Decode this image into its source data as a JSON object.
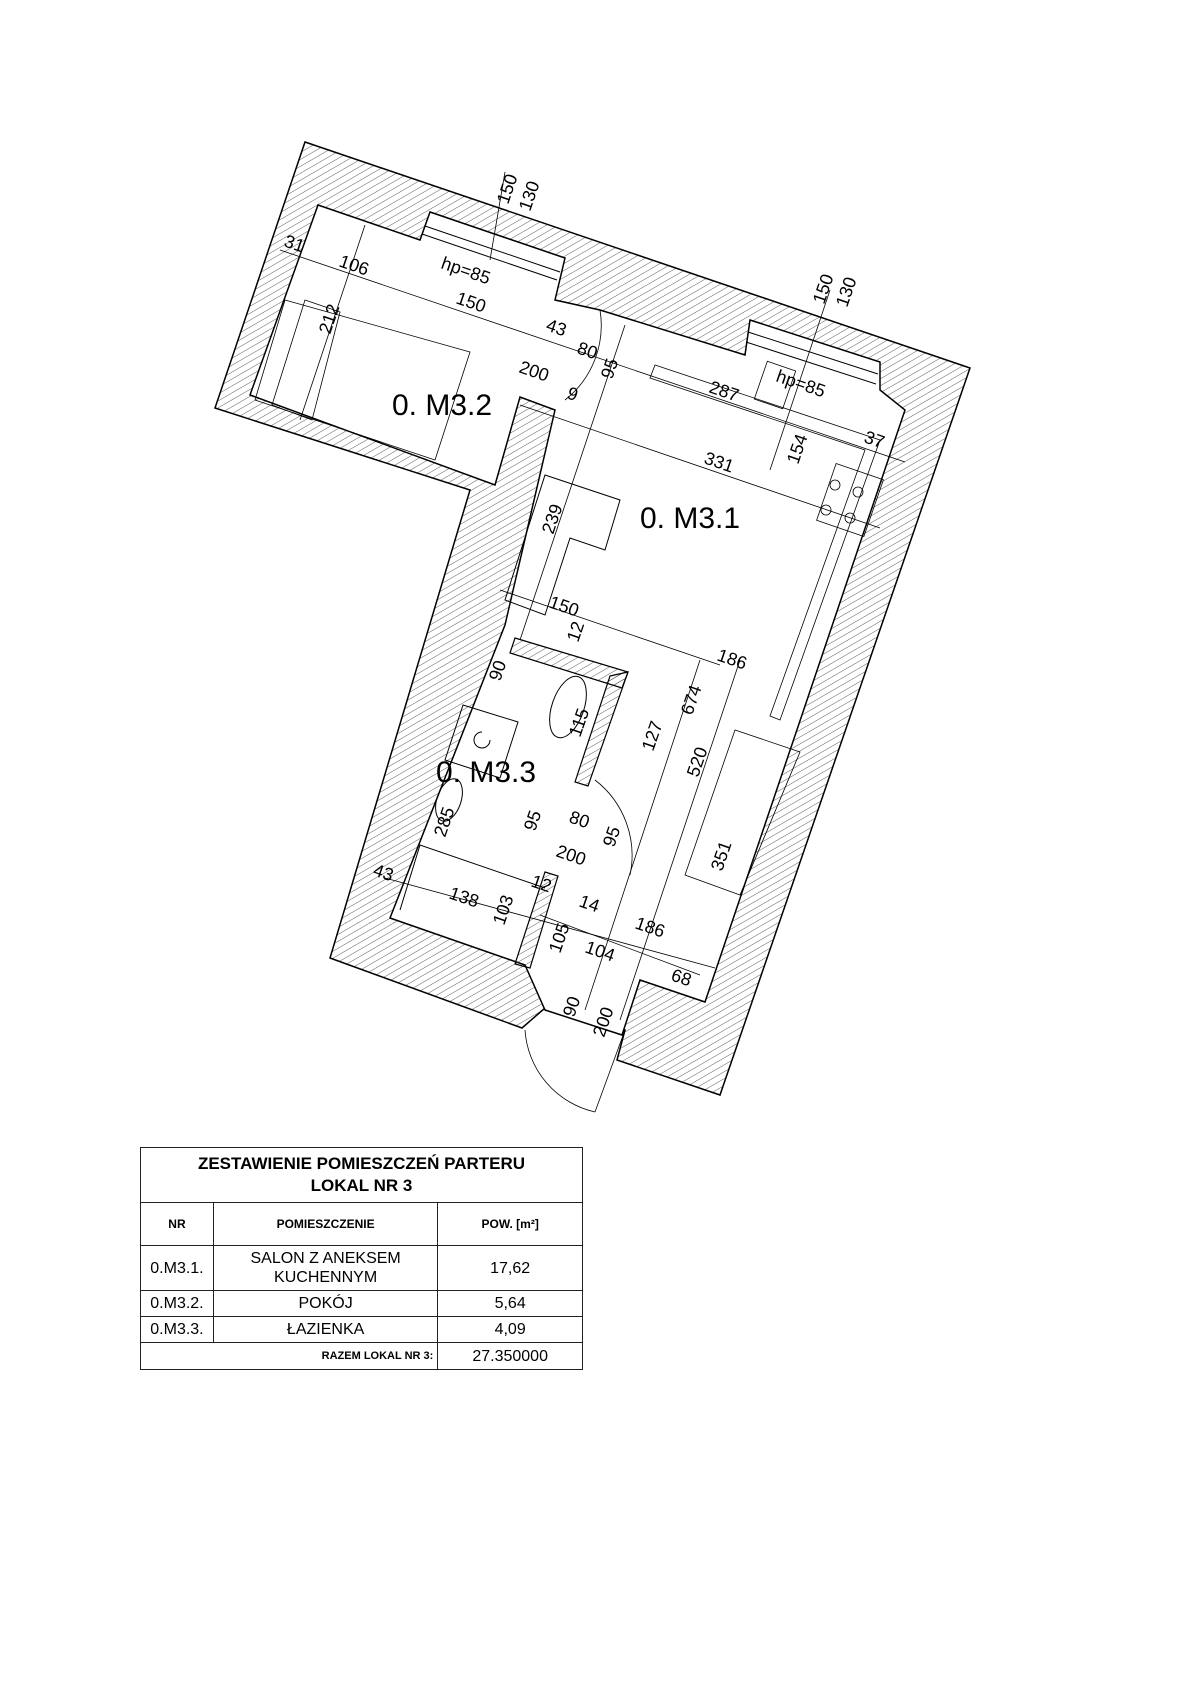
{
  "plan": {
    "rooms": {
      "m31": "0. M3.1",
      "m32": "0. M3.2",
      "m33": "0. M3.3"
    },
    "dims": [
      "150",
      "130",
      "31",
      "106",
      "hp=85",
      "150",
      "212",
      "43",
      "80",
      "200",
      "95",
      "9",
      "150",
      "130",
      "287",
      "hp=85",
      "331",
      "154",
      "37",
      "239",
      "150",
      "12",
      "90",
      "186",
      "674",
      "115",
      "127",
      "520",
      "285",
      "95",
      "80",
      "200",
      "95",
      "351",
      "43",
      "138",
      "103",
      "12",
      "14",
      "105",
      "186",
      "104",
      "68",
      "90",
      "200"
    ]
  },
  "table": {
    "title_line1": "ZESTAWIENIE POMIESZCZEŃ PARTERU",
    "title_line2": "LOKAL NR 3",
    "headers": {
      "nr": "NR",
      "room": "POMIESZCZENIE",
      "area": "POW.  [m²]"
    },
    "rows": [
      {
        "nr": "0.M3.1.",
        "room_line1": "SALON Z ANEKSEM",
        "room_line2": "KUCHENNYM",
        "area": "17,62"
      },
      {
        "nr": "0.M3.2.",
        "room": "POKÓJ",
        "area": "5,64"
      },
      {
        "nr": "0.M3.3.",
        "room": "ŁAZIENKA",
        "area": "4,09"
      }
    ],
    "total_label": "RAZEM LOKAL NR 3:",
    "total_value": "27.350000"
  }
}
